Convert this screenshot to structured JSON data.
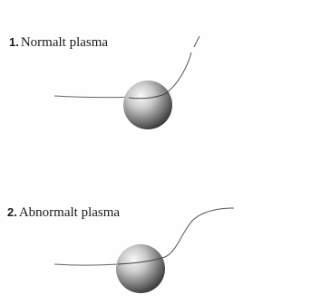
{
  "figures": [
    {
      "number": "1.",
      "label": "Normalt plasma"
    },
    {
      "number": "2.",
      "label": "Abnormalt plasma"
    }
  ]
}
